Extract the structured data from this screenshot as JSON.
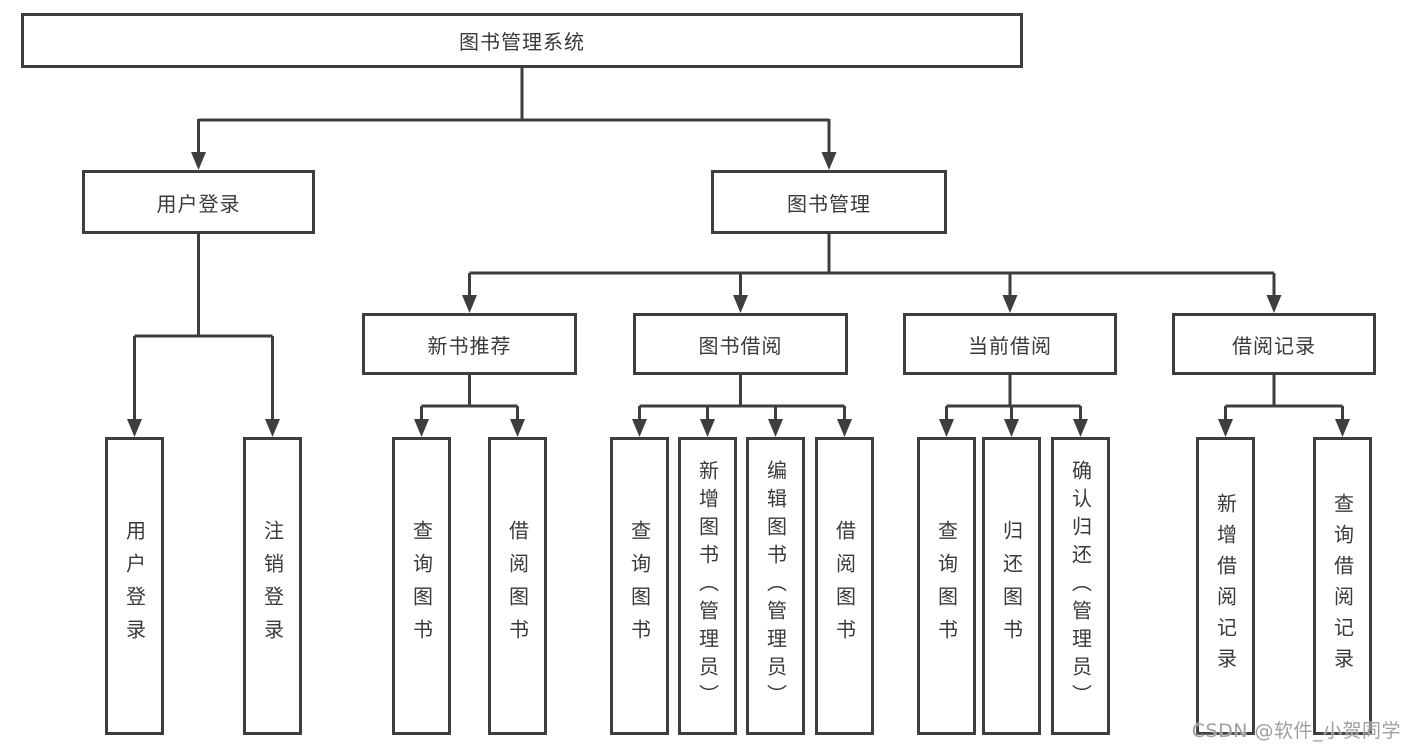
{
  "diagram": {
    "type": "hierarchy-tree",
    "watermark": "CSDN @软件_小贺同学",
    "colors": {
      "line": "#3e3e3e",
      "text": "#3a3a3a",
      "box_fill": "#ffffff",
      "watermark": "#9f9f9f",
      "background": "#ffffff"
    },
    "root": {
      "label": "图书管理系统"
    },
    "level2": [
      {
        "label": "用户登录",
        "parent": "图书管理系统"
      },
      {
        "label": "图书管理",
        "parent": "图书管理系统"
      }
    ],
    "level3": [
      {
        "label": "新书推荐",
        "parent": "图书管理"
      },
      {
        "label": "图书借阅",
        "parent": "图书管理"
      },
      {
        "label": "当前借阅",
        "parent": "图书管理"
      },
      {
        "label": "借阅记录",
        "parent": "图书管理"
      }
    ],
    "leaves": [
      {
        "label": "用户登录",
        "parent": "用户登录"
      },
      {
        "label": "注销登录",
        "parent": "用户登录"
      },
      {
        "label": "查询图书",
        "parent": "新书推荐"
      },
      {
        "label": "借阅图书",
        "parent": "新书推荐"
      },
      {
        "label": "查询图书",
        "parent": "图书借阅"
      },
      {
        "label": "新增图书（管理员）",
        "parent": "图书借阅"
      },
      {
        "label": "编辑图书（管理员）",
        "parent": "图书借阅"
      },
      {
        "label": "借阅图书",
        "parent": "图书借阅"
      },
      {
        "label": "查询图书",
        "parent": "当前借阅"
      },
      {
        "label": "归还图书",
        "parent": "当前借阅"
      },
      {
        "label": "确认归还（管理员）",
        "parent": "当前借阅"
      },
      {
        "label": "新增借阅记录",
        "parent": "借阅记录"
      },
      {
        "label": "查询借阅记录",
        "parent": "借阅记录"
      }
    ]
  }
}
